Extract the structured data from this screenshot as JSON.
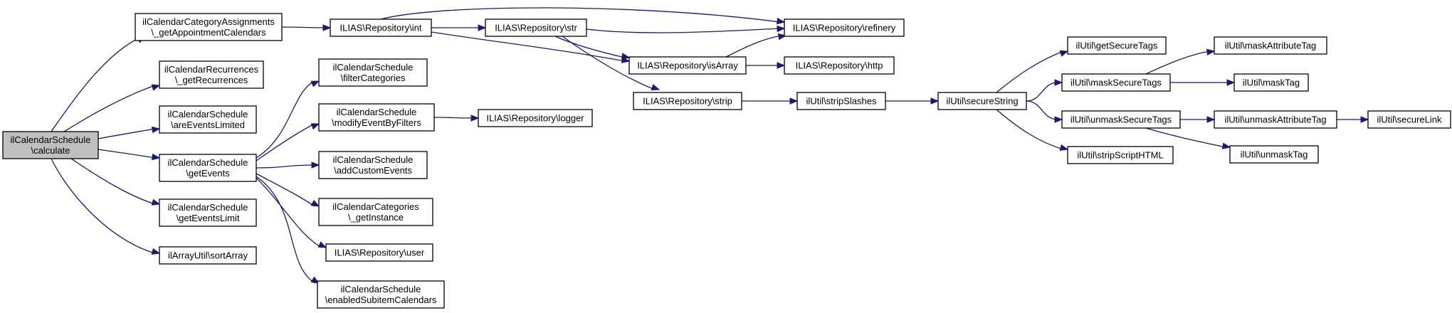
{
  "nodes": [
    {
      "id": "calc",
      "lines": [
        "ilCalendarSchedule",
        "\\calculate"
      ],
      "root": true
    },
    {
      "id": "catAssign",
      "lines": [
        "ilCalendarCategoryAssignments",
        "\\_getAppointmentCalendars"
      ]
    },
    {
      "id": "recur",
      "lines": [
        "ilCalendarRecurrences",
        "\\_getRecurrences"
      ]
    },
    {
      "id": "areLimited",
      "lines": [
        "ilCalendarSchedule",
        "\\areEventsLimited"
      ]
    },
    {
      "id": "getEvents",
      "lines": [
        "ilCalendarSchedule",
        "\\getEvents"
      ]
    },
    {
      "id": "getLimit",
      "lines": [
        "ilCalendarSchedule",
        "\\getEventsLimit"
      ]
    },
    {
      "id": "sortArray",
      "lines": [
        "ilArrayUtil\\sortArray"
      ]
    },
    {
      "id": "repoInt",
      "lines": [
        "ILIAS\\Repository\\int"
      ]
    },
    {
      "id": "filterCat",
      "lines": [
        "ilCalendarSchedule",
        "\\filterCategories"
      ]
    },
    {
      "id": "modify",
      "lines": [
        "ilCalendarSchedule",
        "\\modifyEventByFilters"
      ]
    },
    {
      "id": "addCustom",
      "lines": [
        "ilCalendarSchedule",
        "\\addCustomEvents"
      ]
    },
    {
      "id": "catInst",
      "lines": [
        "ilCalendarCategories",
        "\\_getInstance"
      ]
    },
    {
      "id": "repoUser",
      "lines": [
        "ILIAS\\Repository\\user"
      ]
    },
    {
      "id": "enabled",
      "lines": [
        "ilCalendarSchedule",
        "\\enabledSubitemCalendars"
      ]
    },
    {
      "id": "repoStr",
      "lines": [
        "ILIAS\\Repository\\str"
      ]
    },
    {
      "id": "repoLogger",
      "lines": [
        "ILIAS\\Repository\\logger"
      ]
    },
    {
      "id": "repoRefinery",
      "lines": [
        "ILIAS\\Repository\\refinery"
      ]
    },
    {
      "id": "repoIsArray",
      "lines": [
        "ILIAS\\Repository\\isArray"
      ]
    },
    {
      "id": "repoStrip",
      "lines": [
        "ILIAS\\Repository\\strip"
      ]
    },
    {
      "id": "repoHttp",
      "lines": [
        "ILIAS\\Repository\\http"
      ]
    },
    {
      "id": "stripSlashes",
      "lines": [
        "ilUtil\\stripSlashes"
      ]
    },
    {
      "id": "secureString",
      "lines": [
        "ilUtil\\secureString"
      ]
    },
    {
      "id": "getSecureTags",
      "lines": [
        "ilUtil\\getSecureTags"
      ]
    },
    {
      "id": "maskSecure",
      "lines": [
        "ilUtil\\maskSecureTags"
      ]
    },
    {
      "id": "unmaskSecure",
      "lines": [
        "ilUtil\\unmaskSecureTags"
      ]
    },
    {
      "id": "stripScript",
      "lines": [
        "ilUtil\\stripScriptHTML"
      ]
    },
    {
      "id": "maskAttr",
      "lines": [
        "ilUtil\\maskAttributeTag"
      ]
    },
    {
      "id": "maskTag",
      "lines": [
        "ilUtil\\maskTag"
      ]
    },
    {
      "id": "unmaskAttr",
      "lines": [
        "ilUtil\\unmaskAttributeTag"
      ]
    },
    {
      "id": "unmaskTag",
      "lines": [
        "ilUtil\\unmaskTag"
      ]
    },
    {
      "id": "secureLink",
      "lines": [
        "ilUtil\\secureLink"
      ]
    }
  ],
  "edges": [
    [
      "calc",
      "catAssign"
    ],
    [
      "calc",
      "recur"
    ],
    [
      "calc",
      "areLimited"
    ],
    [
      "calc",
      "getEvents"
    ],
    [
      "calc",
      "getLimit"
    ],
    [
      "calc",
      "sortArray"
    ],
    [
      "catAssign",
      "repoInt"
    ],
    [
      "repoInt",
      "repoStr"
    ],
    [
      "repoInt",
      "repoRefinery"
    ],
    [
      "repoInt",
      "repoIsArray"
    ],
    [
      "repoStr",
      "repoRefinery"
    ],
    [
      "repoStr",
      "repoIsArray"
    ],
    [
      "repoStr",
      "repoStrip"
    ],
    [
      "repoIsArray",
      "repoRefinery"
    ],
    [
      "repoIsArray",
      "repoHttp"
    ],
    [
      "repoStrip",
      "stripSlashes"
    ],
    [
      "stripSlashes",
      "secureString"
    ],
    [
      "secureString",
      "getSecureTags"
    ],
    [
      "secureString",
      "maskSecure"
    ],
    [
      "secureString",
      "unmaskSecure"
    ],
    [
      "secureString",
      "stripScript"
    ],
    [
      "maskSecure",
      "maskAttr"
    ],
    [
      "maskSecure",
      "maskTag"
    ],
    [
      "unmaskSecure",
      "unmaskAttr"
    ],
    [
      "unmaskSecure",
      "unmaskTag"
    ],
    [
      "unmaskAttr",
      "secureLink"
    ],
    [
      "getEvents",
      "filterCat"
    ],
    [
      "getEvents",
      "modify"
    ],
    [
      "getEvents",
      "addCustom"
    ],
    [
      "getEvents",
      "catInst"
    ],
    [
      "getEvents",
      "repoUser"
    ],
    [
      "getEvents",
      "enabled"
    ],
    [
      "modify",
      "repoLogger"
    ]
  ]
}
